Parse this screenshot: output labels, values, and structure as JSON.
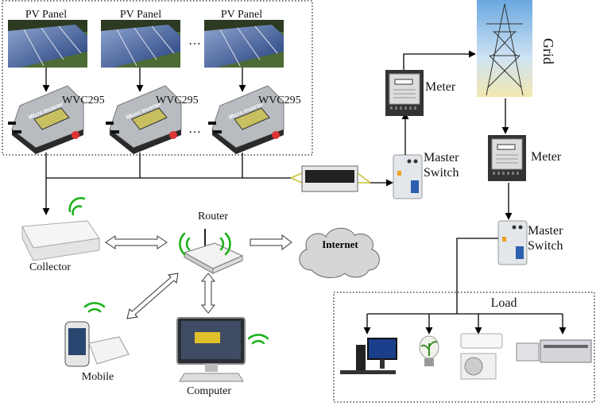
{
  "pv_array": {
    "panels": [
      {
        "label": "PV Panel",
        "inverter": "WVC295"
      },
      {
        "label": "PV Panel",
        "inverter": "WVC295"
      },
      {
        "label": "PV Panel",
        "inverter": "WVC295"
      }
    ],
    "ellipsis": "…",
    "inverter_face_text": "Micro Inverter"
  },
  "grid_side": {
    "meter1": "Meter",
    "switch1_line1": "Master",
    "switch1_line2": "Switch",
    "grid": "Grid",
    "meter2": "Meter",
    "switch2_line1": "Master",
    "switch2_line2": "Switch"
  },
  "load": {
    "title": "Load"
  },
  "network": {
    "collector": "Collector",
    "router": "Router",
    "internet": "Internet",
    "mobile": "Mobile",
    "computer": "Computer"
  },
  "colors": {
    "wifi": "#1fb21f",
    "panel": "#2f4f8f",
    "grass": "#4d6b34"
  }
}
